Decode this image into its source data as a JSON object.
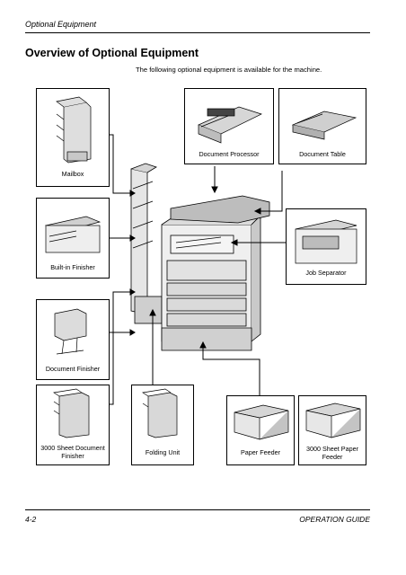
{
  "header": {
    "section": "Optional Equipment"
  },
  "page_title": "Overview of Optional Equipment",
  "intro": "The following optional equipment is available for the machine.",
  "items": {
    "mailbox": "Mailbox",
    "document_processor": "Document Processor",
    "document_table": "Document Table",
    "built_in_finisher": "Built-in Finisher",
    "job_separator": "Job Separator",
    "document_finisher": "Document Finisher",
    "sheet_3000_finisher": "3000 Sheet Document Finisher",
    "folding_unit": "Folding Unit",
    "paper_feeder": "Paper Feeder",
    "sheet_3000_paper_feeder": "3000 Sheet Paper Feeder"
  },
  "footer": {
    "page": "4-2",
    "guide": "OPERATION GUIDE"
  }
}
